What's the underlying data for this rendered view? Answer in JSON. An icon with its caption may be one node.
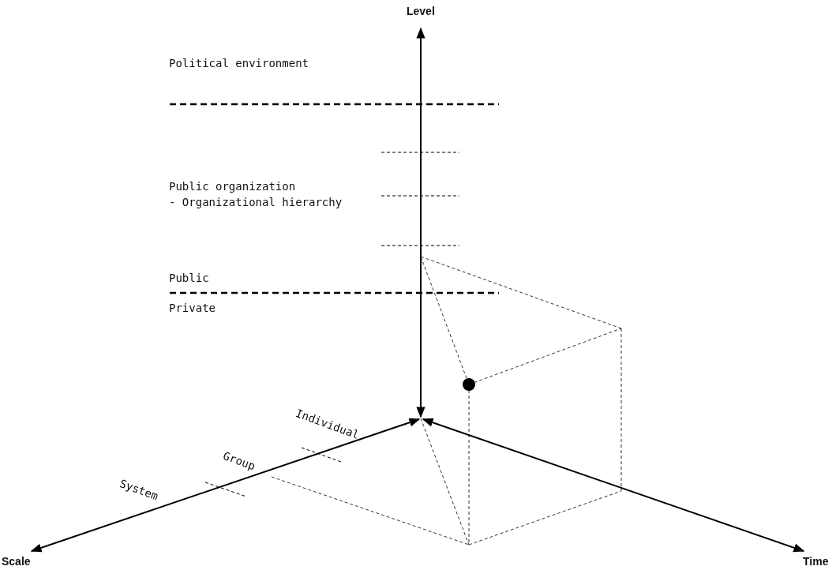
{
  "diagram": {
    "labels": [
      "Level",
      "Political environment",
      "Public organization",
      "- Organizational hierarchy",
      "Public",
      "Private",
      "Individual",
      "Group",
      "System",
      "Scale",
      "Time"
    ]
  }
}
